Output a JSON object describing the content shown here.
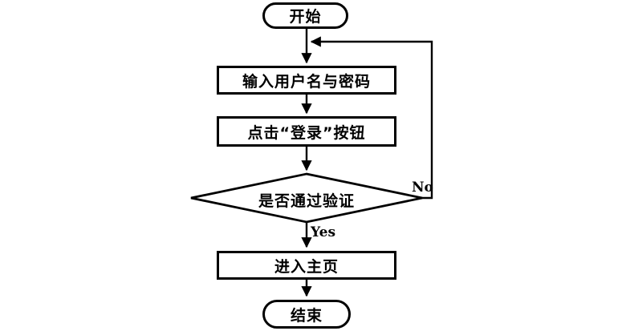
{
  "flowchart": {
    "nodes": {
      "start": {
        "label": "开始",
        "type": "terminator"
      },
      "input": {
        "label": "输入用户名与密码",
        "type": "process"
      },
      "click": {
        "label": "点击“登录”按钮",
        "type": "process"
      },
      "verify": {
        "label": "是否通过验证",
        "type": "decision"
      },
      "home": {
        "label": "进入主页",
        "type": "process"
      },
      "end": {
        "label": "结束",
        "type": "terminator"
      }
    },
    "edge_labels": {
      "yes": "Yes",
      "no": "No"
    },
    "colors": {
      "stroke": "#000000",
      "fill": "#ffffff"
    }
  }
}
